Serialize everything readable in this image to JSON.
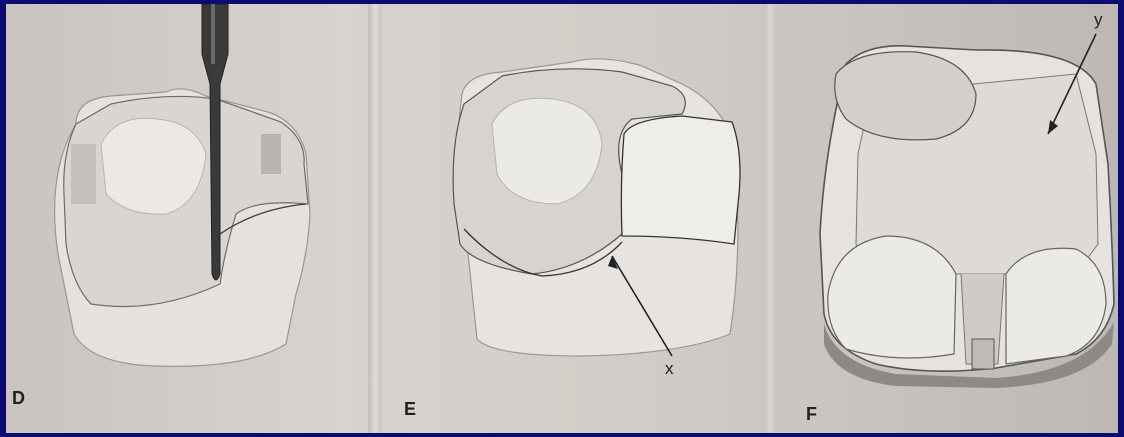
{
  "panels": [
    {
      "label": "D"
    },
    {
      "label": "E",
      "callout": "x"
    },
    {
      "label": "F",
      "callout": "y"
    }
  ],
  "colors": {
    "border": "#0b0b72",
    "paper": "#d4cfca",
    "tooth": "#e3e0dd",
    "outline": "#4a4a4a",
    "instrument": "#3a3a3a"
  }
}
